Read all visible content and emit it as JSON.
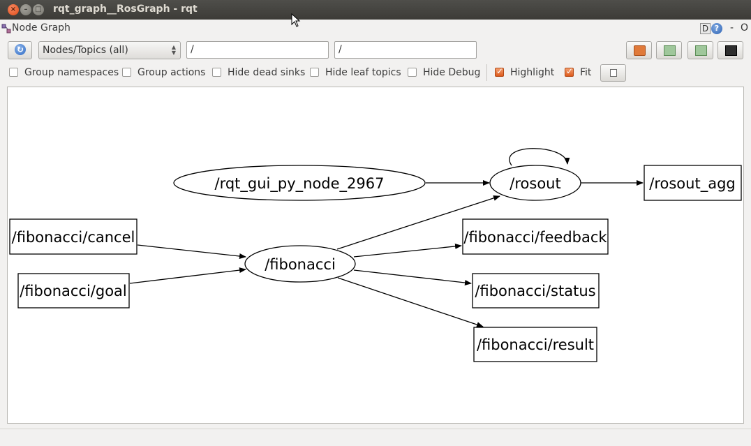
{
  "window": {
    "title": "rqt_graph__RosGraph - rqt",
    "close_glyph": "×",
    "min_glyph": "–",
    "max_glyph": "□"
  },
  "dock": {
    "title": "Node Graph",
    "d_button": "D",
    "help_button": "?",
    "minimize": "-",
    "close": "O"
  },
  "toolbar": {
    "refresh_glyph": "↻",
    "graph_type": "Nodes/Topics (all)",
    "node_filter": "/",
    "topic_filter": "/",
    "icons": [
      "load-dot-icon",
      "save-dot-icon",
      "save-svg-icon",
      "save-image-icon"
    ]
  },
  "options": {
    "group_namespaces": {
      "label": "Group namespaces",
      "checked": false
    },
    "group_actions": {
      "label": "Group actions",
      "checked": false
    },
    "hide_dead_sinks": {
      "label": "Hide dead sinks",
      "checked": false
    },
    "hide_leaf_topics": {
      "label": "Hide leaf topics",
      "checked": false
    },
    "hide_debug": {
      "label": "Hide Debug",
      "checked": false
    },
    "highlight": {
      "label": "Highlight",
      "checked": true
    },
    "fit": {
      "label": "Fit",
      "checked": true
    }
  },
  "graph": {
    "nodes": [
      {
        "id": "rqt_gui",
        "label": "/rqt_gui_py_node_2967",
        "shape": "ellipse"
      },
      {
        "id": "rosout",
        "label": "/rosout",
        "shape": "ellipse"
      },
      {
        "id": "rosout_agg",
        "label": "/rosout_agg",
        "shape": "box"
      },
      {
        "id": "fib_cancel",
        "label": "/fibonacci/cancel",
        "shape": "box"
      },
      {
        "id": "fibonacci",
        "label": "/fibonacci",
        "shape": "ellipse"
      },
      {
        "id": "fib_goal",
        "label": "/fibonacci/goal",
        "shape": "box"
      },
      {
        "id": "fib_feedback",
        "label": "/fibonacci/feedback",
        "shape": "box"
      },
      {
        "id": "fib_status",
        "label": "/fibonacci/status",
        "shape": "box"
      },
      {
        "id": "fib_result",
        "label": "/fibonacci/result",
        "shape": "box"
      }
    ],
    "edges": [
      {
        "from": "rqt_gui",
        "to": "rosout"
      },
      {
        "from": "rosout",
        "to": "rosout"
      },
      {
        "from": "rosout",
        "to": "rosout_agg"
      },
      {
        "from": "fib_cancel",
        "to": "fibonacci"
      },
      {
        "from": "fib_goal",
        "to": "fibonacci"
      },
      {
        "from": "fibonacci",
        "to": "rosout"
      },
      {
        "from": "fibonacci",
        "to": "fib_feedback"
      },
      {
        "from": "fibonacci",
        "to": "fib_status"
      },
      {
        "from": "fibonacci",
        "to": "fib_result"
      }
    ]
  }
}
